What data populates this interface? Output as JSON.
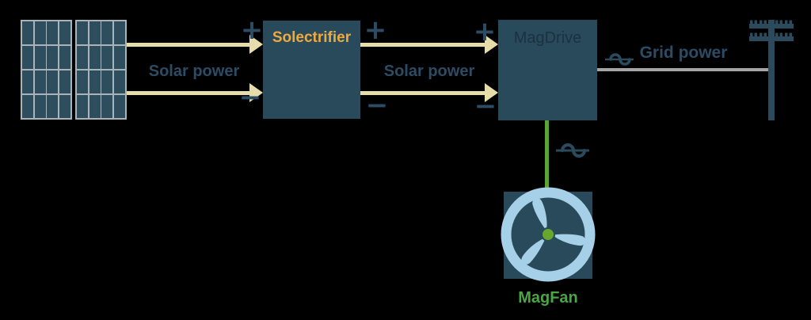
{
  "diagram": {
    "solar_array": {
      "panel_count": 2,
      "cell_rows": 4,
      "cell_cols": 4
    },
    "dc_link_1": {
      "label": "Solar power"
    },
    "solectrifier": {
      "label": "Solectrifier"
    },
    "dc_link_2": {
      "label": "Solar power"
    },
    "magdrive": {
      "label": "MagDrive"
    },
    "grid_link": {
      "label": "Grid power",
      "icon": "ac-sine-icon"
    },
    "grid": {
      "icon": "utility-pole-icon"
    },
    "fan_link": {
      "icon": "ac-sine-icon"
    },
    "magfan": {
      "label": "MagFan",
      "icon": "fan-turbine-icon"
    },
    "polarity": {
      "positive": "+",
      "negative": "−"
    }
  },
  "colors": {
    "bg": "#000000",
    "box_fill": "#294a5b",
    "panel_cell": "#2e4e5e",
    "panel_grid": "#a9b3ba",
    "dc_arrow": "#e7ddab",
    "dc_text": "#2d4b63",
    "solectrifier_text": "#f0a93c",
    "magdrive_text": "#1b3040",
    "wire_gray": "#a5a5a5",
    "pole": "#2b4a5c",
    "ac_green": "#5fa338",
    "fan_ring": "#a6d0e7",
    "fan_hub": "#67a82c",
    "magfan_text": "#4ba546"
  }
}
